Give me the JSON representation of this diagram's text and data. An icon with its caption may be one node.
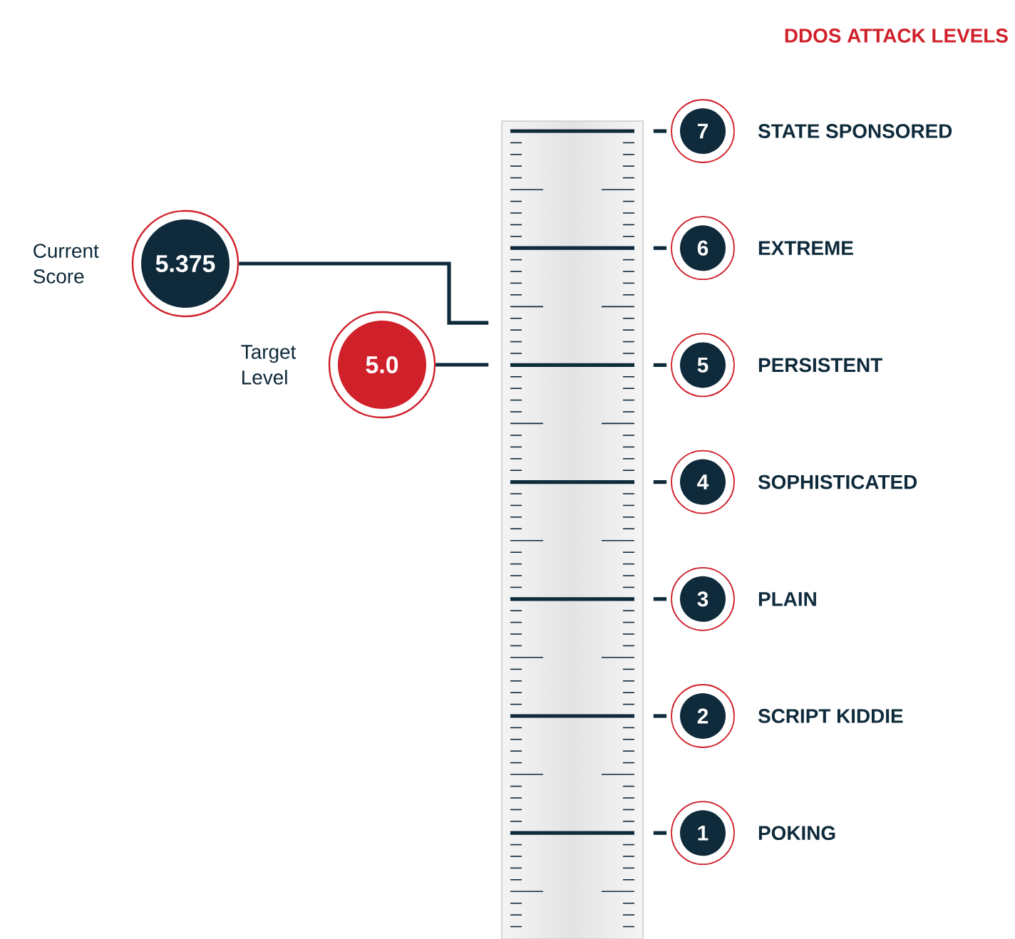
{
  "diagram": {
    "title": "DDOS ATTACK LEVELS",
    "nodes": [
      {
        "text": [],
        "shape": "bar"
      },
      {
        "text": [
          "5.375"
        ],
        "beside": [
          "Current Score"
        ]
      },
      {
        "text": [
          "5.0"
        ],
        "beside": [
          "Target Level"
        ]
      },
      {
        "text": [
          "7"
        ],
        "beside": [
          "STATE SPONSORED"
        ]
      },
      {
        "text": [
          "6"
        ],
        "beside": [
          "EXTREME"
        ]
      },
      {
        "text": [
          "5"
        ],
        "beside": [
          "PERSISTENT"
        ]
      },
      {
        "text": [
          "4"
        ],
        "beside": [
          "SOPHISTICATED"
        ]
      },
      {
        "text": [
          "3"
        ],
        "beside": [
          "PLAIN"
        ]
      },
      {
        "text": [
          "2"
        ],
        "beside": [
          "SCRIPT KIDDIE"
        ]
      },
      {
        "text": [
          "1"
        ],
        "beside": [
          "POKING"
        ]
      }
    ],
    "edges": [
      {
        "from": 1,
        "to": 0,
        "arrow": "none"
      },
      {
        "from": 2,
        "to": 0,
        "arrow": "none"
      },
      {
        "from": 3,
        "to": 0,
        "arrow": "none"
      },
      {
        "from": 4,
        "to": 0,
        "arrow": "none"
      },
      {
        "from": 5,
        "to": 0,
        "arrow": "none"
      },
      {
        "from": 6,
        "to": 0,
        "arrow": "none"
      },
      {
        "from": 7,
        "to": 0,
        "arrow": "none"
      },
      {
        "from": 8,
        "to": 0,
        "arrow": "none"
      },
      {
        "from": 9,
        "to": 0,
        "arrow": "none"
      }
    ]
  }
}
